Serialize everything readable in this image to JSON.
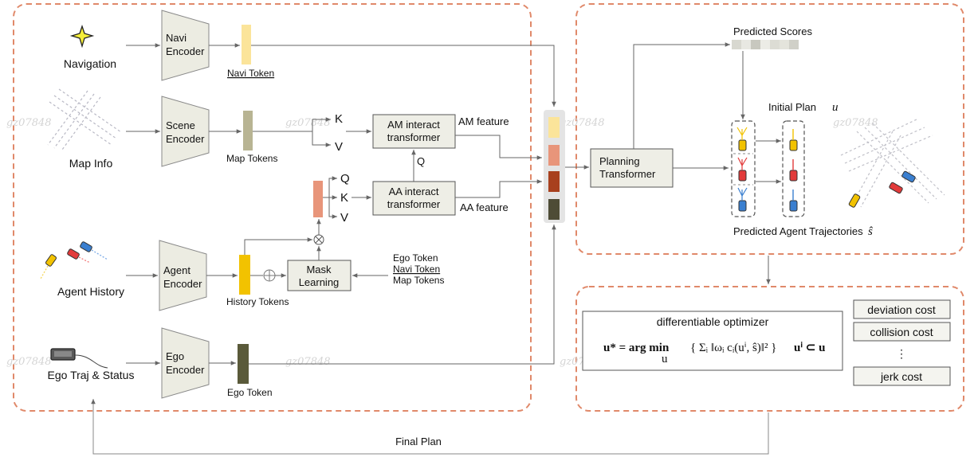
{
  "left_panel": {
    "inputs": {
      "navigation": "Navigation",
      "map_info": "Map Info",
      "agent_history": "Agent History",
      "ego_traj_status": "Ego Traj & Status"
    },
    "encoders": {
      "navi": [
        "Navi",
        "Encoder"
      ],
      "scene": [
        "Scene",
        "Encoder"
      ],
      "agent": [
        "Agent",
        "Encoder"
      ],
      "ego": [
        "Ego",
        "Encoder"
      ]
    },
    "tokens": {
      "navi": "Navi Token",
      "map": "Map Tokens",
      "history": "History Tokens",
      "ego": "Ego Token"
    },
    "kv_top": {
      "k": "K",
      "v": "V"
    },
    "qkv": {
      "q": "Q",
      "k": "K",
      "v": "V"
    },
    "am_block": [
      "AM interact",
      "transformer"
    ],
    "aa_block": [
      "AA interact",
      "transformer"
    ],
    "am_feature": "AM feature",
    "aa_feature": "AA feature",
    "q_label": "Q",
    "mask_block": [
      "Mask",
      "Learning"
    ],
    "mask_inputs": [
      "Ego Token",
      "Navi Token",
      "Map Tokens"
    ]
  },
  "right_panel": {
    "predicted_scores": "Predicted Scores",
    "planning_block": [
      "Planning",
      "Transformer"
    ],
    "initial_plan": "Initial Plan",
    "initial_plan_var": "u",
    "predicted_traj": "Predicted Agent Trajectories",
    "predicted_traj_var": "ŝ"
  },
  "optimizer": {
    "title": "differentiable optimizer",
    "equation_lhs": "u* = arg min",
    "equation_sub": "u",
    "equation_body": "{ Σᵢ ‖ωᵢ cᵢ(uⁱ, ŝ)‖² }",
    "constraint": "uⁱ ⊂ u",
    "costs": [
      "deviation cost",
      "collision cost",
      "⋮",
      "jerk cost"
    ]
  },
  "final_plan": "Final Plan",
  "watermark": "gz07848",
  "colors": {
    "dashed_border": "#e0896a",
    "navi_token": "#fbe49a",
    "map_token": "#b8b493",
    "history_token": "#f2c200",
    "ego_token": "#5a5a3a",
    "qkv_token": "#e8957a",
    "stack_yellow": "#fbe49a",
    "stack_salmon": "#e8957a",
    "stack_brown": "#a8401e",
    "stack_dark": "#4e4c36",
    "block_fill": "#eeeee6",
    "encoder_fill": "#ecece2"
  }
}
